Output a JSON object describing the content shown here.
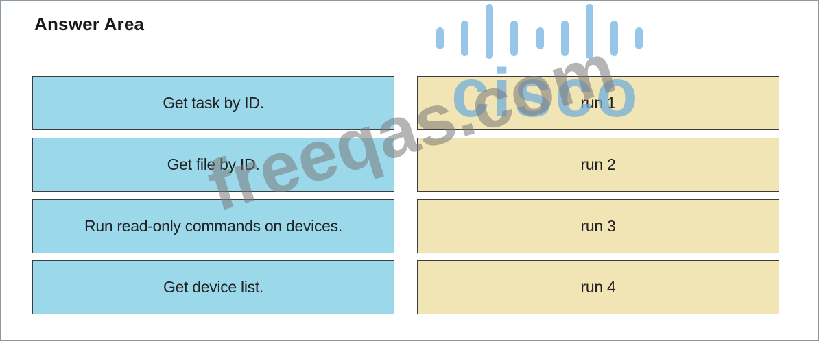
{
  "title": "Answer Area",
  "left_column": [
    {
      "label": "Get task by ID."
    },
    {
      "label": "Get file by ID."
    },
    {
      "label": "Run read-only commands on devices."
    },
    {
      "label": "Get device list."
    }
  ],
  "right_column": [
    {
      "label": "run 1"
    },
    {
      "label": "run 2"
    },
    {
      "label": "run 3"
    },
    {
      "label": "run 4"
    }
  ],
  "watermark": {
    "brand": "cisco",
    "site": "freeqas.com"
  },
  "colors": {
    "left_box": "#9bd9ea",
    "right_box": "#f1e4b5",
    "frame_border": "#8c99a4"
  }
}
